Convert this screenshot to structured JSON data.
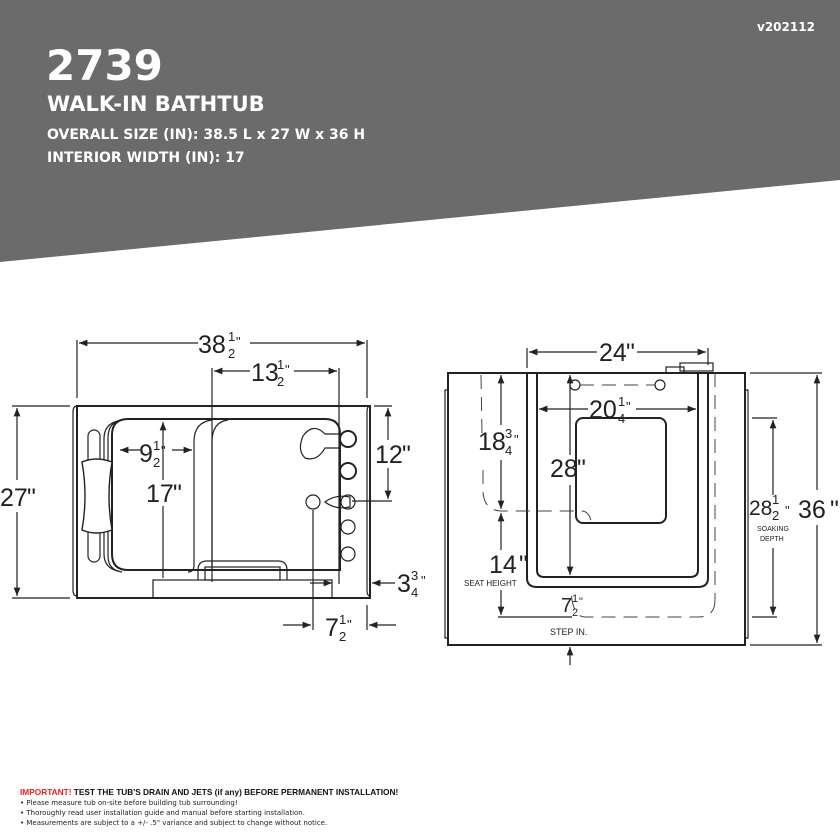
{
  "header": {
    "version": "v202112",
    "model": "2739",
    "product": "WALK-IN BATHTUB",
    "overall_size": "OVERALL SIZE (IN): 38.5 L x 27 W x 36 H",
    "interior_width": "INTERIOR WIDTH (IN): 17",
    "bg_color": "#6b6b6b"
  },
  "plan_view": {
    "length": {
      "whole": "38",
      "num": "1",
      "den": "2",
      "unit": "\""
    },
    "door_width": {
      "whole": "13",
      "num": "1",
      "den": "2",
      "unit": "\""
    },
    "width": {
      "whole": "27",
      "unit": "\""
    },
    "seat_depth": {
      "whole": "9",
      "num": "1",
      "den": "2",
      "unit": "\""
    },
    "interior_width": {
      "whole": "17",
      "unit": "\""
    },
    "drain_offset": {
      "whole": "12",
      "unit": "\""
    },
    "step_offset": {
      "whole": "3",
      "num": "3",
      "den": "4",
      "unit": "\""
    },
    "drain_from_end": {
      "whole": "7",
      "num": "1",
      "den": "2",
      "unit": "\""
    }
  },
  "elevation_view": {
    "door_width": {
      "whole": "24",
      "unit": "\""
    },
    "door_inner_width": {
      "whole": "20",
      "num": "1",
      "den": "4",
      "unit": "\""
    },
    "seat_to_top": {
      "whole": "18",
      "num": "3",
      "den": "4",
      "unit": "\""
    },
    "door_height": {
      "whole": "28",
      "unit": "\""
    },
    "seat_height": {
      "whole": "14",
      "unit": "\"",
      "label": "SEAT HEIGHT"
    },
    "step_in": {
      "whole": "7",
      "num": "1",
      "den": "2",
      "unit": "\"",
      "label": "STEP IN."
    },
    "soaking_depth": {
      "whole": "28",
      "num": "1",
      "den": "2",
      "unit": "\"",
      "label1": "SOAKING",
      "label2": "DEPTH"
    },
    "height": {
      "whole": "36",
      "unit": "\""
    }
  },
  "footer": {
    "important": "IMPORTANT!",
    "warning": "TEST THE TUB'S DRAIN AND JETS (if any) BEFORE PERMANENT INSTALLATION!",
    "notes": [
      "• Please measure tub on-site before building tub surrounding!",
      "• Thoroughly read user installation guide and manual before starting installation.",
      "• Measurements are subject to a +/- .5\" variance and subject to change without notice."
    ],
    "important_color": "#e8202a"
  }
}
